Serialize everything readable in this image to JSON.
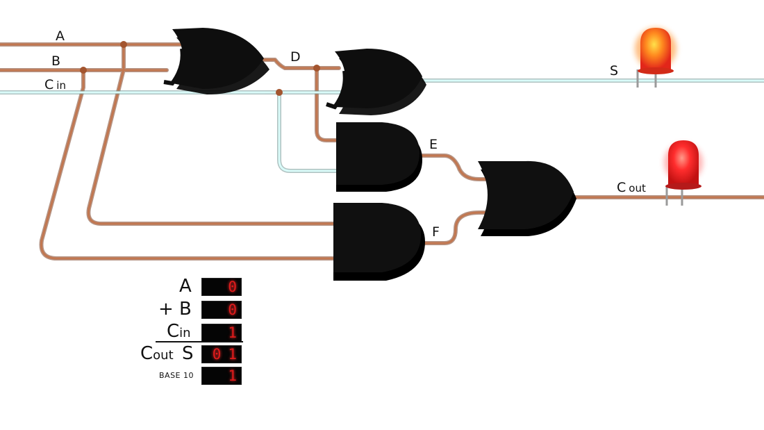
{
  "wire_labels": {
    "a": "A",
    "b": "B",
    "cin_main": "C",
    "cin_sub": "in",
    "d": "D",
    "e": "E",
    "f": "F",
    "s": "S",
    "cout_main": "C",
    "cout_sub": "out"
  },
  "panel": {
    "a_label": "A",
    "plus_label": "+",
    "b_label": "B",
    "cin_main": "C",
    "cin_sub": "in",
    "cout_main": "C",
    "cout_sub": "out",
    "s_label": "S",
    "base_label": "BASE 10",
    "a_value": "0",
    "b_value": "0",
    "cin_value": "1",
    "cout_s_value": "01",
    "base10_value": "1"
  },
  "colors": {
    "wire_off": "#b8673f",
    "wire_on": "#bff3f1",
    "gate": "#0d0d0d",
    "led_on": "#ff7a1a",
    "led_red": "#ff2a2a",
    "segment": "#e01b1b"
  },
  "outputs": {
    "s_led": "on",
    "cout_led": "on"
  }
}
